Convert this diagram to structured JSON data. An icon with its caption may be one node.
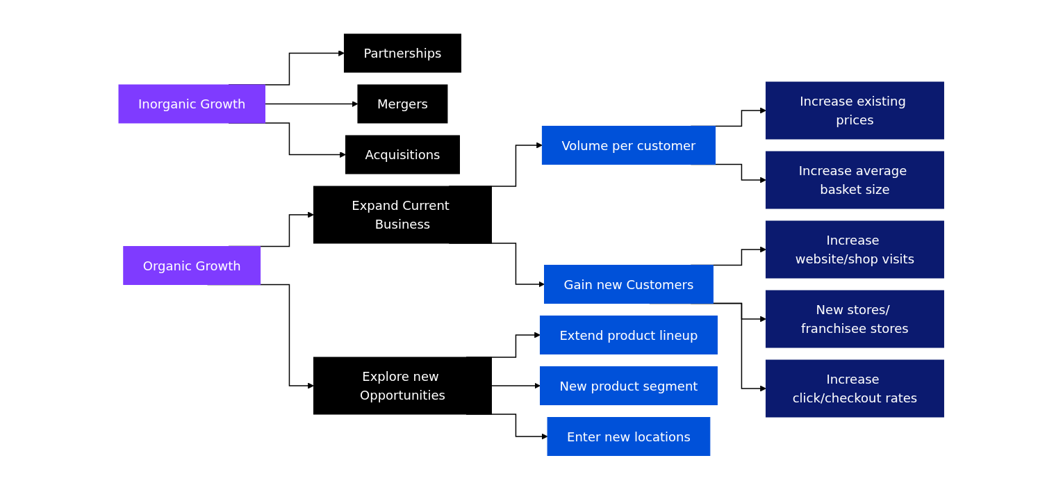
{
  "diagram": {
    "nodes": [
      {
        "text": [
          "Inorganic Growth"
        ]
      },
      {
        "text": [
          "Partnerships"
        ]
      },
      {
        "text": [
          "Mergers"
        ]
      },
      {
        "text": [
          "Acquisitions"
        ]
      },
      {
        "text": [
          "Organic Growth"
        ]
      },
      {
        "text": [
          "Expand Current Business"
        ]
      },
      {
        "text": [
          "Explore new Opportunities"
        ]
      },
      {
        "text": [
          "Volume per customer"
        ]
      },
      {
        "text": [
          "Gain new Customers"
        ]
      },
      {
        "text": [
          "Increase existing prices"
        ]
      },
      {
        "text": [
          "Increase average basket size"
        ]
      },
      {
        "text": [
          "Increase website/shop visits"
        ]
      },
      {
        "text": [
          "New stores/ franchisee stores"
        ]
      },
      {
        "text": [
          "Increase click/checkout rates"
        ]
      },
      {
        "text": [
          "Extend product lineup"
        ]
      },
      {
        "text": [
          "New product segment"
        ]
      },
      {
        "text": [
          "Enter new locations"
        ]
      }
    ],
    "edges": [
      {
        "from": 0,
        "to": 1,
        "arrow": "to"
      },
      {
        "from": 0,
        "to": 2,
        "arrow": "to"
      },
      {
        "from": 0,
        "to": 3,
        "arrow": "to"
      },
      {
        "from": 4,
        "to": 5,
        "arrow": "to"
      },
      {
        "from": 4,
        "to": 6,
        "arrow": "to"
      },
      {
        "from": 5,
        "to": 7,
        "arrow": "to"
      },
      {
        "from": 5,
        "to": 8,
        "arrow": "to"
      },
      {
        "from": 7,
        "to": 9,
        "arrow": "to"
      },
      {
        "from": 7,
        "to": 10,
        "arrow": "to"
      },
      {
        "from": 8,
        "to": 11,
        "arrow": "to"
      },
      {
        "from": 8,
        "to": 12,
        "arrow": "to"
      },
      {
        "from": 8,
        "to": 13,
        "arrow": "to"
      },
      {
        "from": 6,
        "to": 14,
        "arrow": "to"
      },
      {
        "from": 6,
        "to": 15,
        "arrow": "to"
      },
      {
        "from": 6,
        "to": 16,
        "arrow": "to"
      }
    ]
  }
}
